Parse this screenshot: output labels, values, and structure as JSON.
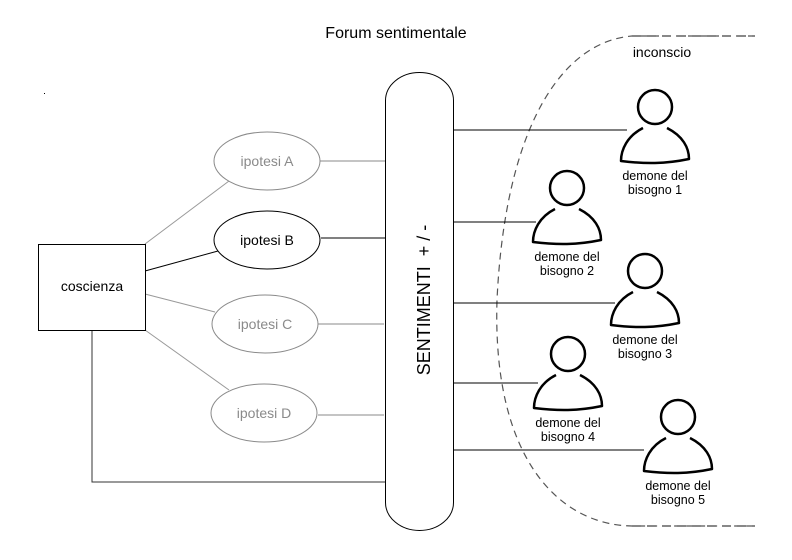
{
  "title": "Forum sentimentale",
  "unconscious_label": "inconscio",
  "consciousness_label": "coscienza",
  "feelings_label": "SENTIMENTI  + / -",
  "hypotheses": [
    {
      "label": "ipotesi A",
      "active": false
    },
    {
      "label": "ipotesi B",
      "active": true
    },
    {
      "label": "ipotesi C",
      "active": false
    },
    {
      "label": "ipotesi D",
      "active": false
    }
  ],
  "demons": [
    {
      "line1": "demone del",
      "line2": "bisogno 1"
    },
    {
      "line1": "demone del",
      "line2": "bisogno 2"
    },
    {
      "line1": "demone del",
      "line2": "bisogno 3"
    },
    {
      "line1": "demone del",
      "line2": "bisogno 4"
    },
    {
      "line1": "demone del",
      "line2": "bisogno 5"
    }
  ],
  "colors": {
    "active": "#000000",
    "inactive": "#8a8a8a",
    "dashed": "#555555"
  }
}
